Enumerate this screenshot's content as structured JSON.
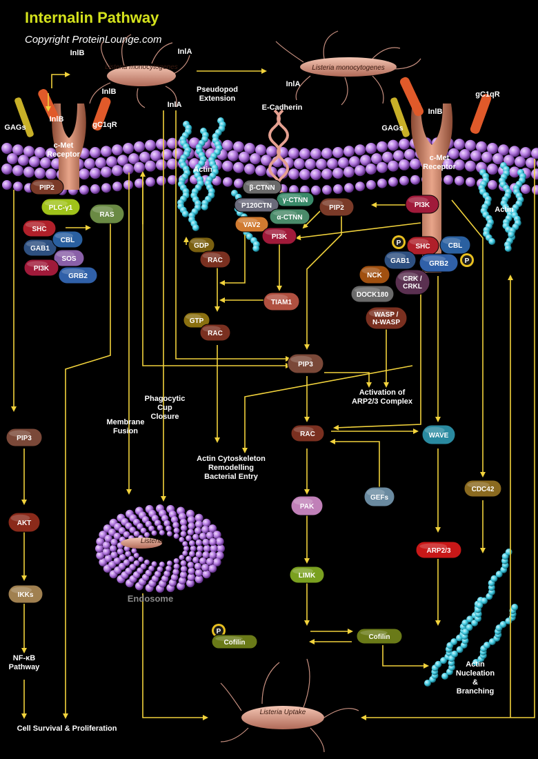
{
  "header": {
    "title": "Internalin Pathway",
    "copyright": "Copyright ProteinLounge.com"
  },
  "bacteria": {
    "top_left": "Listeria monocytogenes",
    "top_right": "Listeria monocytogenes",
    "endosome_inner": "Listeria",
    "uptake": "Listeria Uptake"
  },
  "labels": {
    "inlb_1": "InlB",
    "inla_1": "InlA",
    "inlb_2": "InlB",
    "inla_2": "InlA",
    "inlb_3": "InlB",
    "gc1qr_1": "gC1qR",
    "gags_1": "GAGs",
    "cmet_1": "c-Met Receptor",
    "pseudopod": "Pseudopod Extension",
    "inla_3": "InlA",
    "ecadherin": "E-Cadherin",
    "gc1qr_2": "gC1qR",
    "inlb_4": "InlB",
    "gags_2": "GAGs",
    "cmet_2": "c-Met Receptor",
    "actin_1": "Actin",
    "actin_2": "Actin",
    "phago": "Phagocytic Cup Closure",
    "membrane_fusion": "Membrane Fusion",
    "actin_remodel": "Actin Cytoskeleton Remodelling Bacterial Entry",
    "arp_activation": "Activation of ARP2/3 Complex",
    "endosome": "Endosome",
    "nfkb": "NF-κB Pathway",
    "survival": "Cell Survival & Proliferation",
    "nucleation": "Actin Nucleation & Branching"
  },
  "nodes": {
    "pip2_l": "PIP2",
    "plc": "PLC-γ1",
    "ras": "RAS",
    "shc_l": "SHC",
    "gab1_l": "GAB1",
    "cbl_l": "CBL",
    "sos": "SOS",
    "pi3k_l": "PI3K",
    "grb2_l": "GRB2",
    "pip3_l": "PIP3",
    "akt": "AKT",
    "ikks": "IKKs",
    "bctnn": "β-CTNN",
    "gctnn": "γ-CTNN",
    "p120": "P120CTN",
    "actnn": "α-CTNN",
    "vav2": "VAV2",
    "pi3k_m": "PI3K",
    "pip2_m": "PIP2",
    "pi3k_r": "PI3K",
    "gdp": "GDP",
    "rac_1": "RAC",
    "tiam1": "TIAM1",
    "gtp": "GTP",
    "rac_2": "RAC",
    "p_1": "P",
    "shc_r": "SHC",
    "cbl_r": "CBL",
    "gab1_r": "GAB1",
    "grb2_r": "GRB2",
    "p_2": "P",
    "nck": "NCK",
    "crk": "CRK / CRKL",
    "dock180": "DOCK180",
    "wasp": "WASP / N-WASP",
    "pip3_m": "PIP3",
    "rac_3": "RAC",
    "wave": "WAVE",
    "gefs": "GEFs",
    "pak": "PAK",
    "limk": "LIMK",
    "cdc42": "CDC42",
    "arp23": "ARP2/3",
    "p_3": "P",
    "cofilin_1": "Cofilin",
    "cofilin_2": "Cofilin"
  },
  "colors": {
    "arrow": "#f2d33c",
    "title": "#d4e21c",
    "membrane": "#b47be0",
    "actin": "#3ec6dc"
  }
}
